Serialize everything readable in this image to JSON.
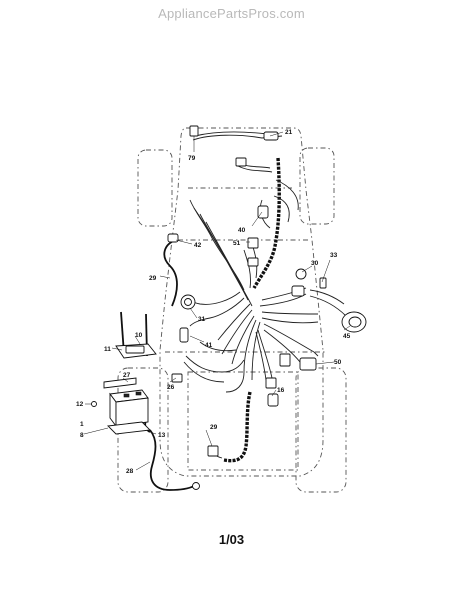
{
  "watermark": "AppliancePartsPros.com",
  "page_code": "1/03",
  "callouts": [
    "21",
    "79",
    "40",
    "42",
    "51",
    "29",
    "33",
    "30",
    "10",
    "11",
    "31",
    "41",
    "45",
    "50",
    "26",
    "27",
    "12",
    "16",
    "1",
    "8",
    "13",
    "29",
    "28"
  ]
}
